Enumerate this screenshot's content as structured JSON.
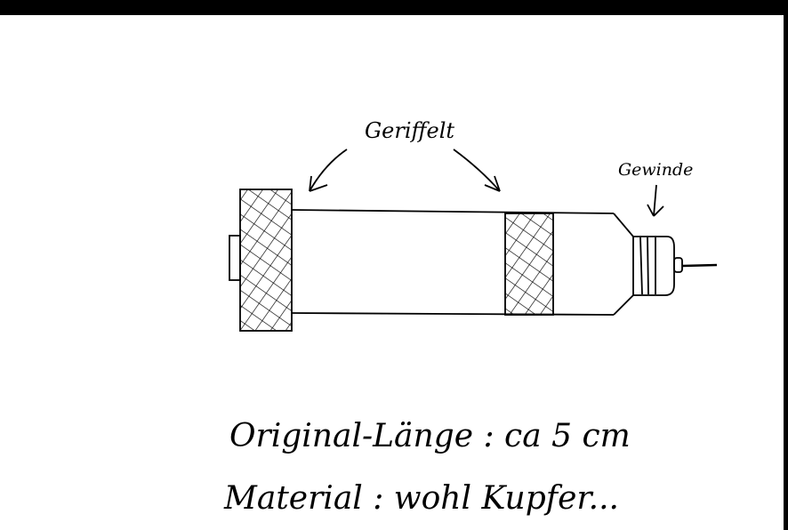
{
  "labels": {
    "knurled": "Geriffelt",
    "thread": "Gewinde"
  },
  "notes": {
    "length": "Original-Länge : ca 5 cm",
    "material": "Material : wohl Kupfer..."
  },
  "colors": {
    "ink": "#000000",
    "paper": "#ffffff"
  }
}
